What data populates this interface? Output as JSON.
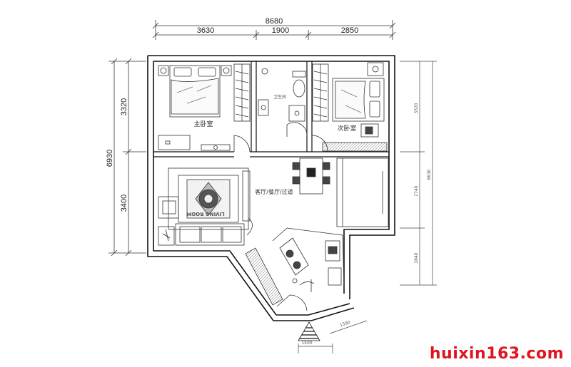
{
  "dimensions": {
    "top_total": "8680",
    "top_segments": [
      "3630",
      "1900",
      "2850"
    ],
    "left_total": "6930",
    "left_segments": [
      "3320",
      "3400"
    ],
    "right_segments": [
      "3320",
      "2740",
      "2840"
    ],
    "right_total": "8630",
    "bottom_segments": [
      "1500",
      "1590"
    ]
  },
  "rooms": {
    "master_bedroom": "主卧室",
    "second_bedroom": "次卧室",
    "bathroom": "卫生间",
    "living_dining": "客厅/餐厅/过道",
    "rug_label": "LIVING ROOM"
  },
  "watermark": "huixin163.com"
}
